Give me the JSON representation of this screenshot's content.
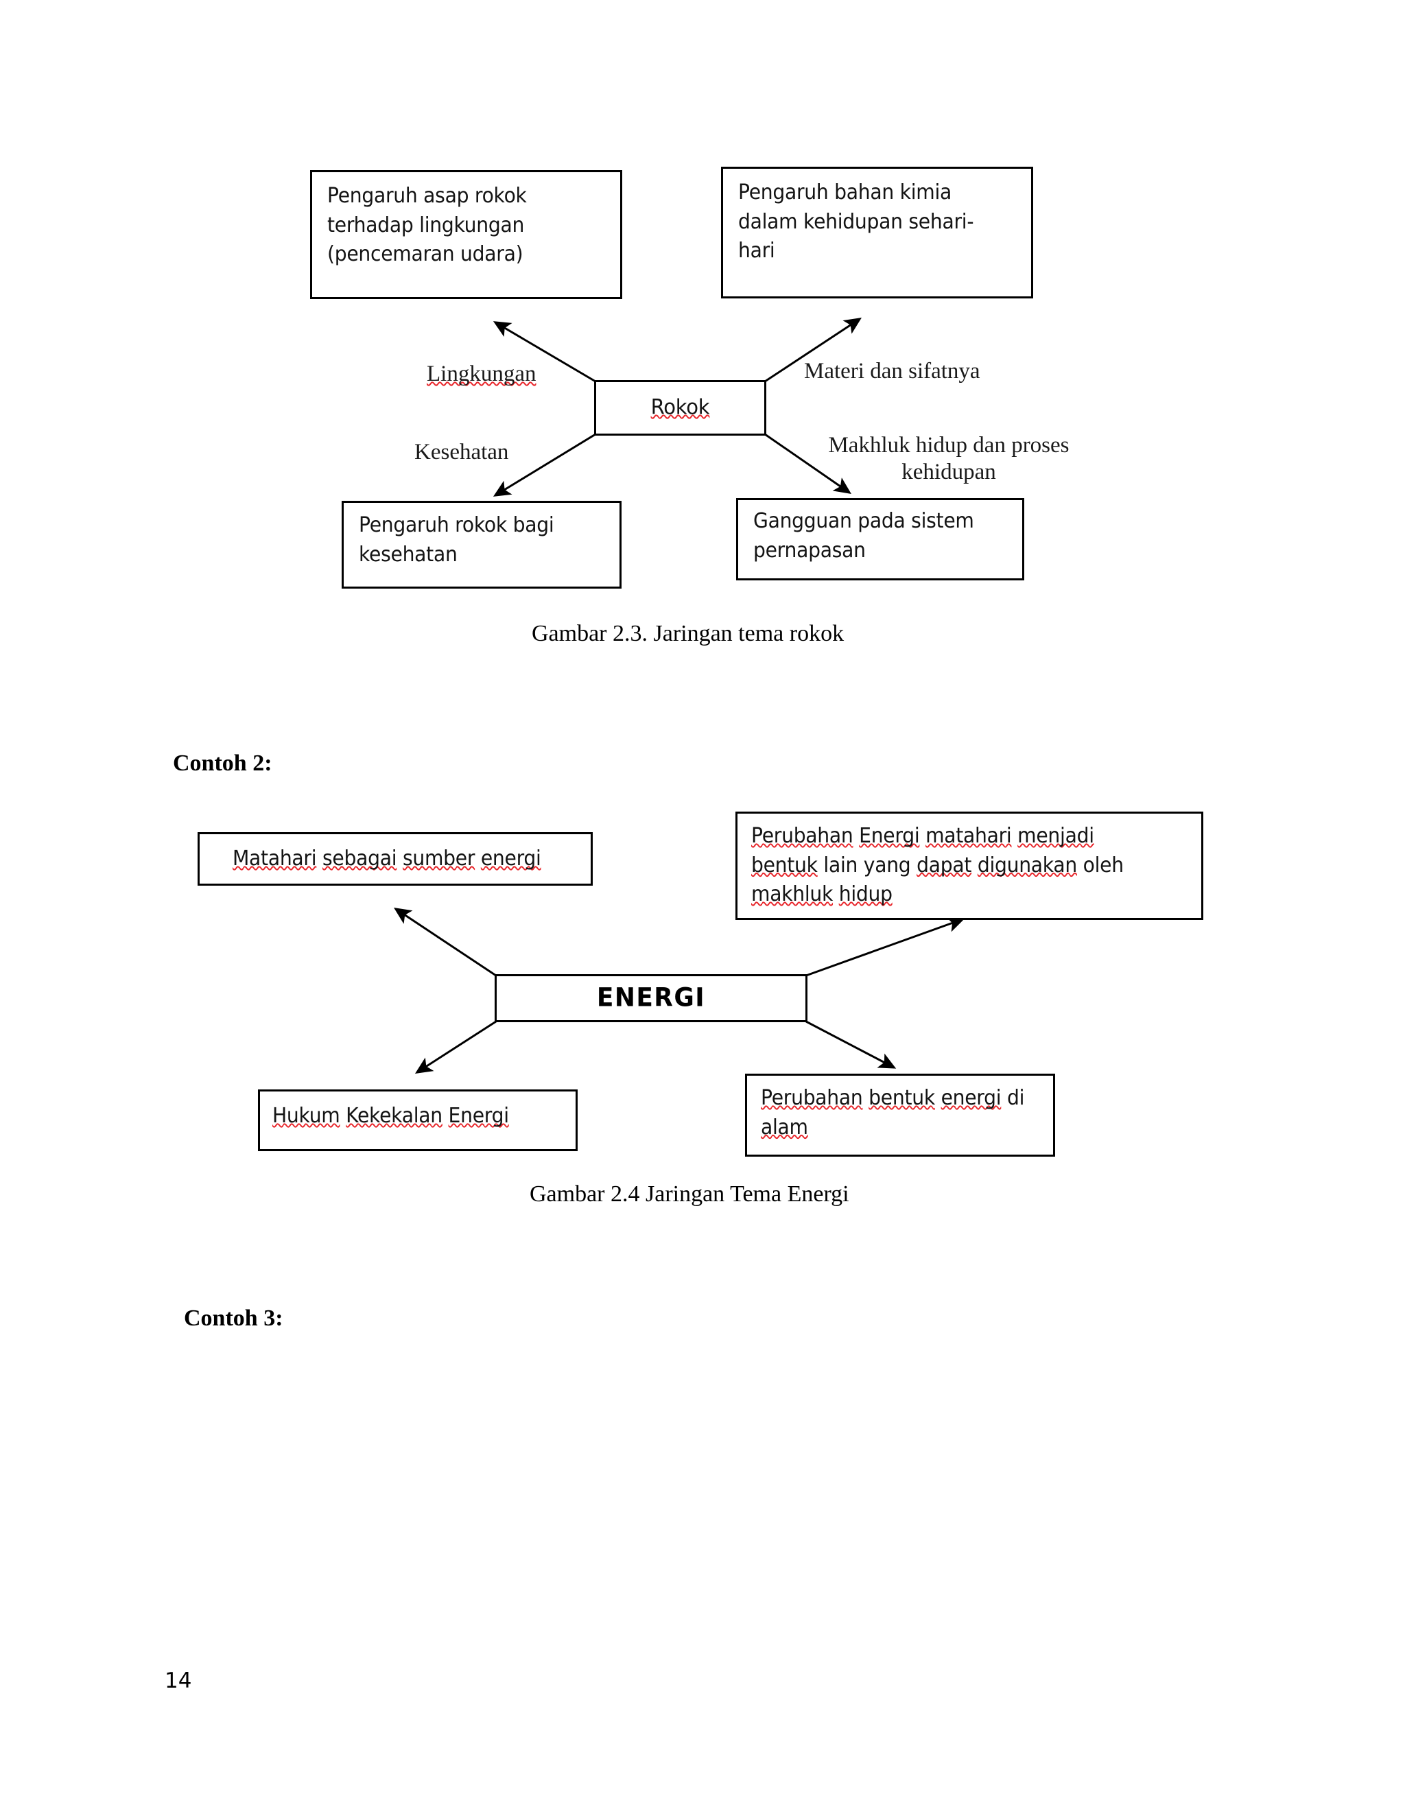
{
  "page": {
    "folio": "14",
    "accent_spellcheck_color": "#e8272c",
    "ink_color": "#000000"
  },
  "figure_rokok": {
    "center": {
      "label": "Rokok",
      "spellcheck": true
    },
    "edge_labels": [
      {
        "name": "lingkungan",
        "text": "Lingkungan",
        "spellcheck": true
      },
      {
        "name": "materi-dan-sifatnya",
        "text": "Materi dan sifatnya",
        "spellcheck": false
      },
      {
        "name": "kesehatan",
        "text": "Kesehatan",
        "spellcheck": false
      },
      {
        "name": "makhluk-hidup-dan-proses-kehidupan",
        "text": "Makhluk hidup dan proses kehidupan",
        "spellcheck": false
      }
    ],
    "nodes": [
      {
        "name": "pengaruh-asap-rokok",
        "lines": [
          "Pengaruh asap rokok",
          "terhadap lingkungan",
          "(pencemaran udara)"
        ]
      },
      {
        "name": "pengaruh-bahan-kimia",
        "lines": [
          "Pengaruh bahan kimia",
          "dalam kehidupan sehari-",
          "hari"
        ]
      },
      {
        "name": "pengaruh-rokok-bagi-kesehatan",
        "lines": [
          "Pengaruh rokok bagi",
          "kesehatan"
        ]
      },
      {
        "name": "gangguan-sistem-pernapasan",
        "lines": [
          "Gangguan pada sistem",
          "pernapasan"
        ]
      }
    ],
    "caption": "Gambar 2.3. Jaringan tema rokok"
  },
  "contoh2": {
    "heading": "Contoh 2:"
  },
  "figure_energi": {
    "center": {
      "label": "ENERGI",
      "spellcheck": false
    },
    "nodes": [
      {
        "name": "matahari-sumber-energi",
        "words": [
          {
            "t": "Matahari",
            "sp": true
          },
          {
            "t": "sebagai",
            "sp": true
          },
          {
            "t": "sumber",
            "sp": true
          },
          {
            "t": "energi",
            "sp": true
          }
        ]
      },
      {
        "name": "perubahan-energi-matahari",
        "words": [
          {
            "t": "Perubahan",
            "sp": true
          },
          {
            "t": "Energi",
            "sp": true
          },
          {
            "t": "matahari",
            "sp": true
          },
          {
            "t": "menjadi",
            "sp": true
          },
          {
            "t": "bentuk",
            "sp": true
          },
          {
            "t": "lain",
            "sp": false
          },
          {
            "t": "yang",
            "sp": false
          },
          {
            "t": "dapat",
            "sp": true
          },
          {
            "t": "digunakan",
            "sp": true
          },
          {
            "t": "oleh",
            "sp": false
          },
          {
            "t": "makhluk",
            "sp": true
          },
          {
            "t": "hidup",
            "sp": true
          }
        ]
      },
      {
        "name": "hukum-kekekalan-energi",
        "words": [
          {
            "t": "Hukum",
            "sp": true
          },
          {
            "t": "Kekekalan",
            "sp": true
          },
          {
            "t": "Energi",
            "sp": true
          }
        ]
      },
      {
        "name": "perubahan-bentuk-energi-di-alam",
        "words": [
          {
            "t": "Perubahan",
            "sp": true
          },
          {
            "t": "bentuk",
            "sp": true
          },
          {
            "t": "energi",
            "sp": true
          },
          {
            "t": "di",
            "sp": false
          },
          {
            "t": "alam",
            "sp": true
          }
        ]
      }
    ],
    "caption": "Gambar 2.4 Jaringan Tema Energi"
  },
  "contoh3": {
    "heading": "Contoh 3:"
  }
}
